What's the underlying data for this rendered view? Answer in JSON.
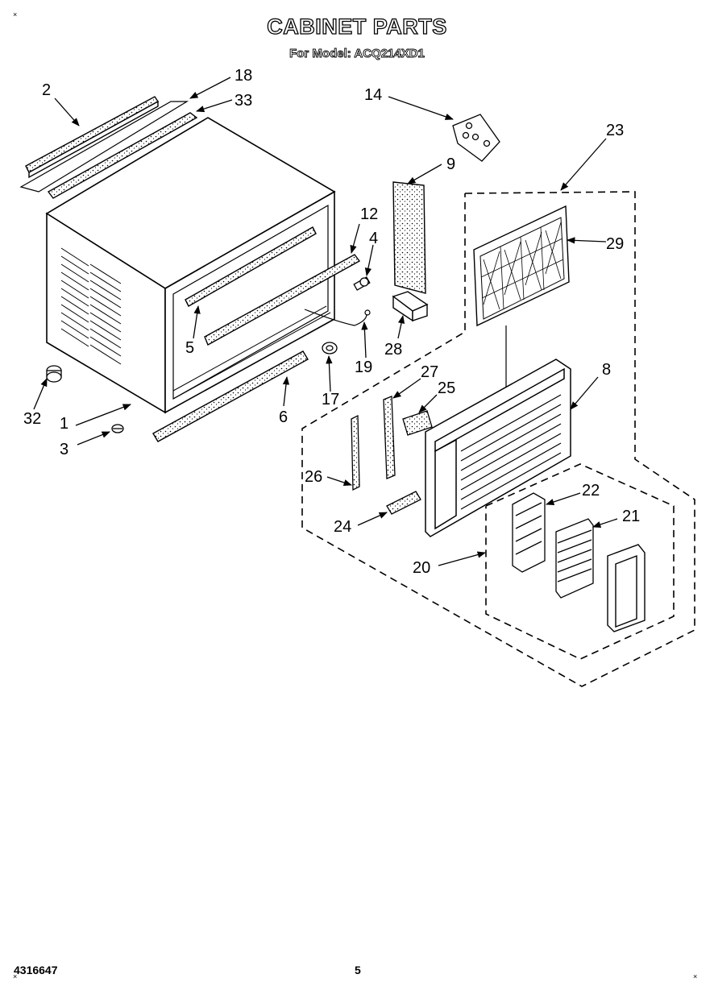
{
  "header": {
    "title": "CABINET PARTS",
    "subtitle": "For Model: ACQ214XD1"
  },
  "footer": {
    "part_number": "4316647",
    "page_number": "5"
  },
  "corner_marks": {
    "top_left": "×",
    "bottom_left": "×",
    "bottom_right": "×"
  },
  "callouts": [
    {
      "id": "c2",
      "text": "2"
    },
    {
      "id": "c18",
      "text": "18"
    },
    {
      "id": "c33",
      "text": "33"
    },
    {
      "id": "c14",
      "text": "14"
    },
    {
      "id": "c9",
      "text": "9"
    },
    {
      "id": "c23",
      "text": "23"
    },
    {
      "id": "c12",
      "text": "12"
    },
    {
      "id": "c4",
      "text": "4"
    },
    {
      "id": "c29",
      "text": "29"
    },
    {
      "id": "c5",
      "text": "5"
    },
    {
      "id": "c28",
      "text": "28"
    },
    {
      "id": "c19",
      "text": "19"
    },
    {
      "id": "c8",
      "text": "8"
    },
    {
      "id": "c32",
      "text": "32"
    },
    {
      "id": "c27",
      "text": "27"
    },
    {
      "id": "c25",
      "text": "25"
    },
    {
      "id": "c17",
      "text": "17"
    },
    {
      "id": "c1",
      "text": "1"
    },
    {
      "id": "c6",
      "text": "6"
    },
    {
      "id": "c3",
      "text": "3"
    },
    {
      "id": "c26",
      "text": "26"
    },
    {
      "id": "c22",
      "text": "22"
    },
    {
      "id": "c21",
      "text": "21"
    },
    {
      "id": "c24",
      "text": "24"
    },
    {
      "id": "c20",
      "text": "20"
    }
  ]
}
